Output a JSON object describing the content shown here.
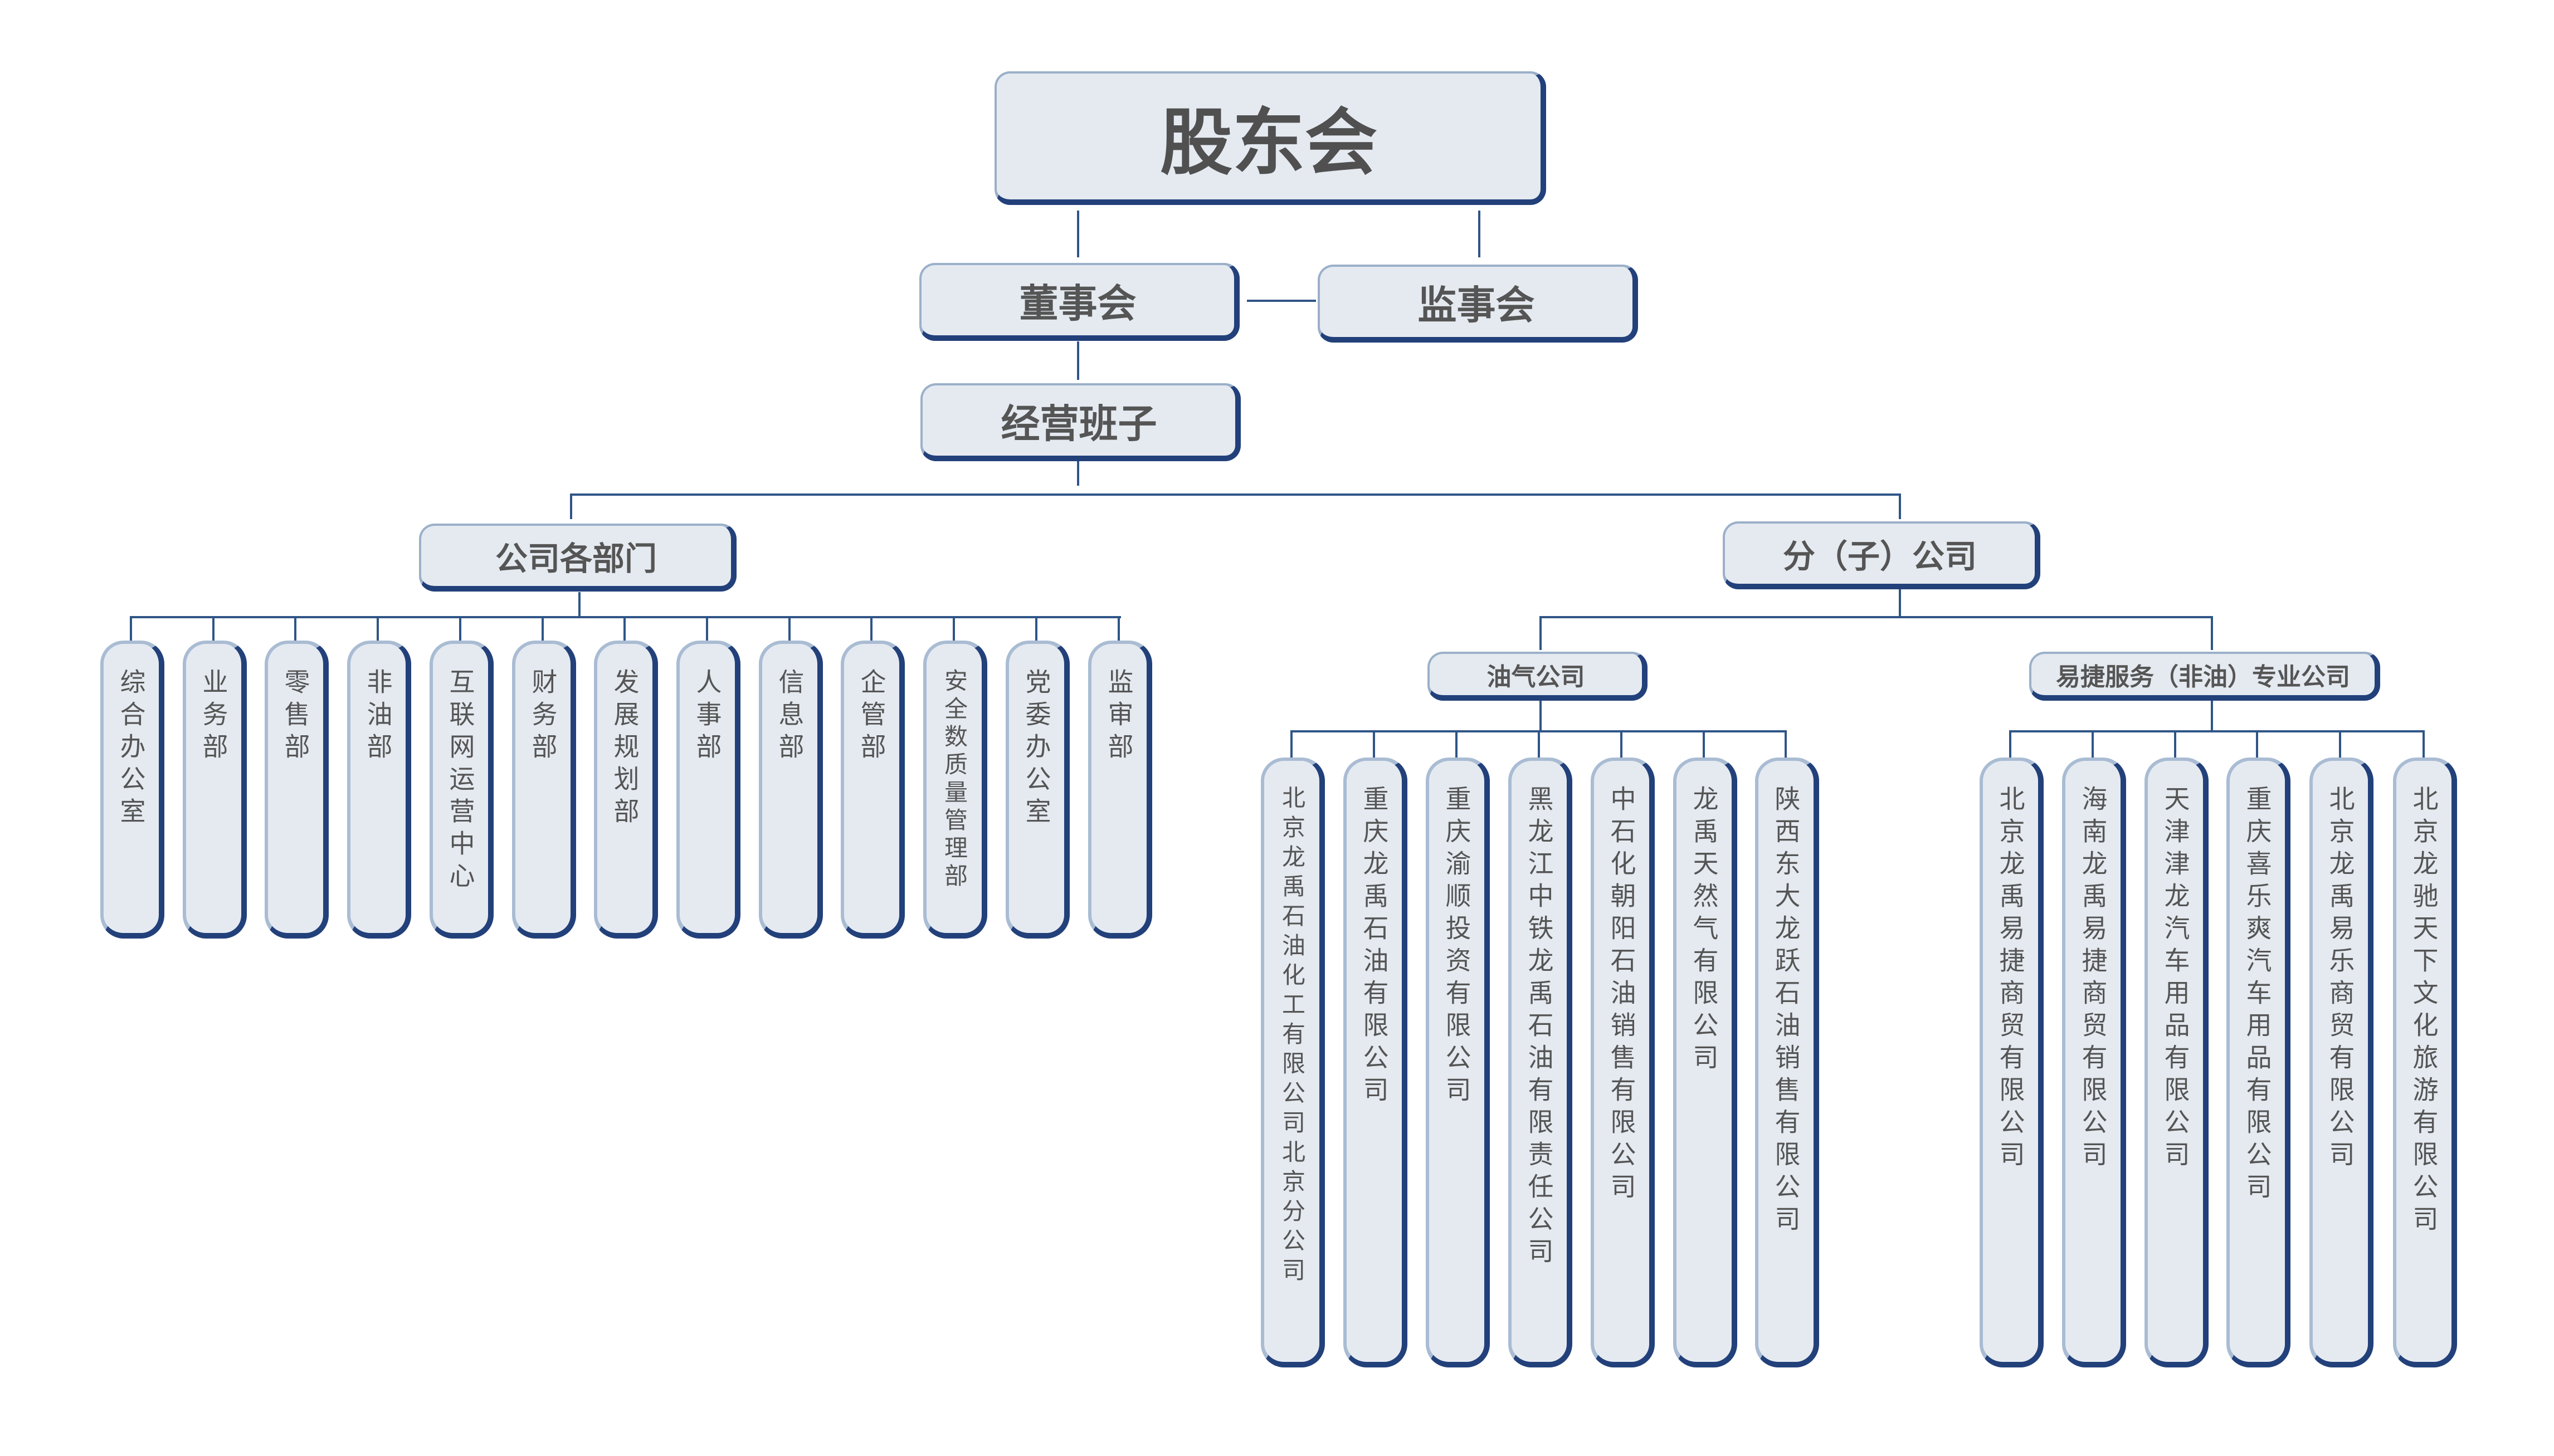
{
  "colors": {
    "box_fill": "#e5eaf1",
    "box_shadow": "#22407a",
    "box_border": "#9bb0c9",
    "line": "#2f5587",
    "text": "#555555"
  },
  "top": {
    "shareholders": "股东会",
    "board": "董事会",
    "supervisors": "监事会",
    "management": "经营班子"
  },
  "departments": {
    "title": "公司各部门",
    "items": [
      "综合办公室",
      "业务部",
      "零售部",
      "非油部",
      "互联网运营中心",
      "财务部",
      "发展规划部",
      "人事部",
      "信息部",
      "企管部",
      "安全数质量管理部",
      "党委办公室",
      "监审部"
    ]
  },
  "subsidiaries": {
    "title": "分（子）公司",
    "oil_gas": {
      "title": "油气公司",
      "items": [
        "北京龙禹石油化工有限公司北京分公司",
        "重庆龙禹石油有限公司",
        "重庆渝顺投资有限公司",
        "黑龙江中铁龙禹石油有限责任公司",
        "中石化朝阳石油销售有限公司",
        "龙禹天然气有限公司",
        "陕西东大龙跃石油销售有限公司"
      ]
    },
    "non_oil": {
      "title": "易捷服务（非油）专业公司",
      "items": [
        "北京龙禹易捷商贸有限公司",
        "海南龙禹易捷商贸有限公司",
        "天津津龙汽车用品有限公司",
        "重庆喜乐爽汽车用品有限公司",
        "北京龙禹易乐商贸有限公司",
        "北京龙驰天下文化旅游有限公司"
      ]
    }
  }
}
